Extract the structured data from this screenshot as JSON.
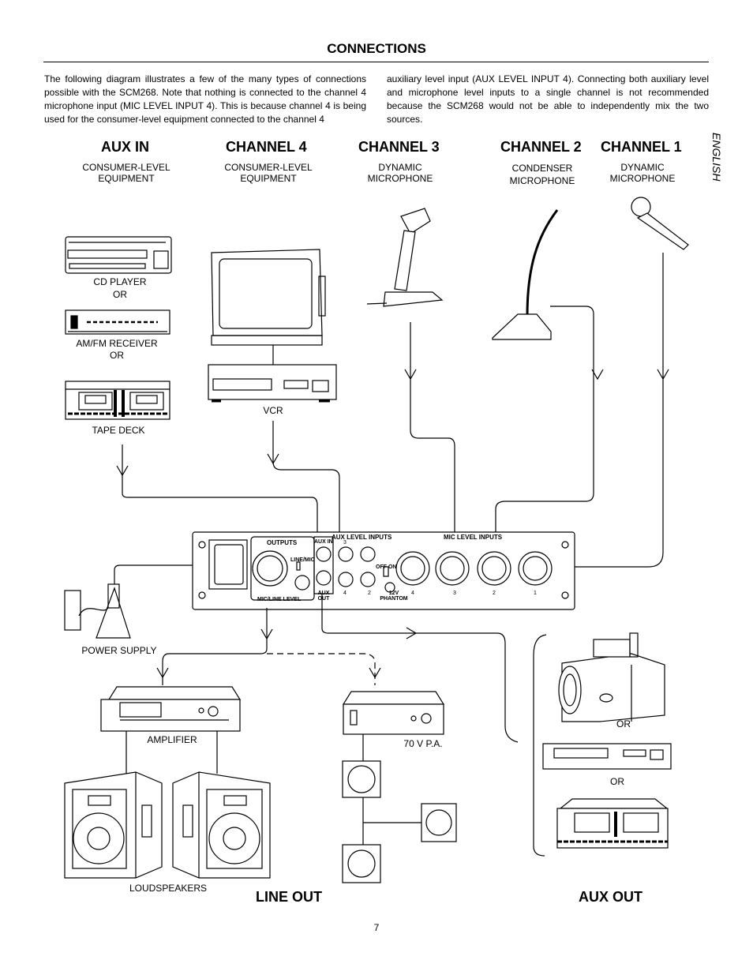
{
  "header": {
    "title": "CONNECTIONS"
  },
  "intro": {
    "col1": "The following diagram illustrates a few of the many types of connections possible with the SCM268. Note that nothing is connected to the channel 4 microphone input (MIC LEVEL INPUT 4). This is because channel 4 is being used for the consumer-level equipment connected to the channel 4",
    "col2": "auxiliary level input (AUX LEVEL INPUT 4). Connecting both auxiliary level and microphone level inputs to a single channel is not recommended because the SCM268 would not be able to independently mix the two sources."
  },
  "side_label": "ENGLISH",
  "sections": [
    {
      "heading": "AUX IN",
      "sub": "CONSUMER-LEVEL\nEQUIPMENT"
    },
    {
      "heading": "CHANNEL 4",
      "sub": "CONSUMER-LEVEL\nEQUIPMENT"
    },
    {
      "heading": "CHANNEL 3",
      "sub": "DYNAMIC\nMICROPHONE"
    },
    {
      "heading": "CHANNEL 2",
      "sub": "CONDENSER\nMICROPHONE"
    },
    {
      "heading": "CHANNEL 1",
      "sub": "DYNAMIC\nMICROPHONE"
    }
  ],
  "device_labels": {
    "cd_player": "CD PLAYER",
    "or1": "OR",
    "amfm": "AM/FM RECEIVER",
    "or2": "OR",
    "tape_deck": "TAPE DECK",
    "vcr": "VCR",
    "power_supply": "POWER SUPPLY",
    "amplifier": "AMPLIFIER",
    "pa": "70 V P.A.",
    "loudspeakers": "LOUDSPEAKERS",
    "or3": "OR",
    "or4": "OR"
  },
  "panel": {
    "outputs": "OUTPUTS",
    "line_mic": "LINE/MIC",
    "mic_line_level": "MIC/LINE LEVEL",
    "aux_in": "AUX IN",
    "aux_out": "AUX OUT",
    "aux_level_inputs": "AUX LEVEL INPUTS",
    "mic_level_inputs": "MIC LEVEL INPUTS",
    "off_on": "OFF ON",
    "phantom": "12V PHANTOM",
    "aux_nums": [
      "3",
      "4",
      "2"
    ],
    "mic_nums": [
      "4",
      "3",
      "2",
      "1"
    ]
  },
  "bottom": {
    "line_out": "LINE OUT",
    "aux_out": "AUX OUT"
  },
  "page_number": "7"
}
